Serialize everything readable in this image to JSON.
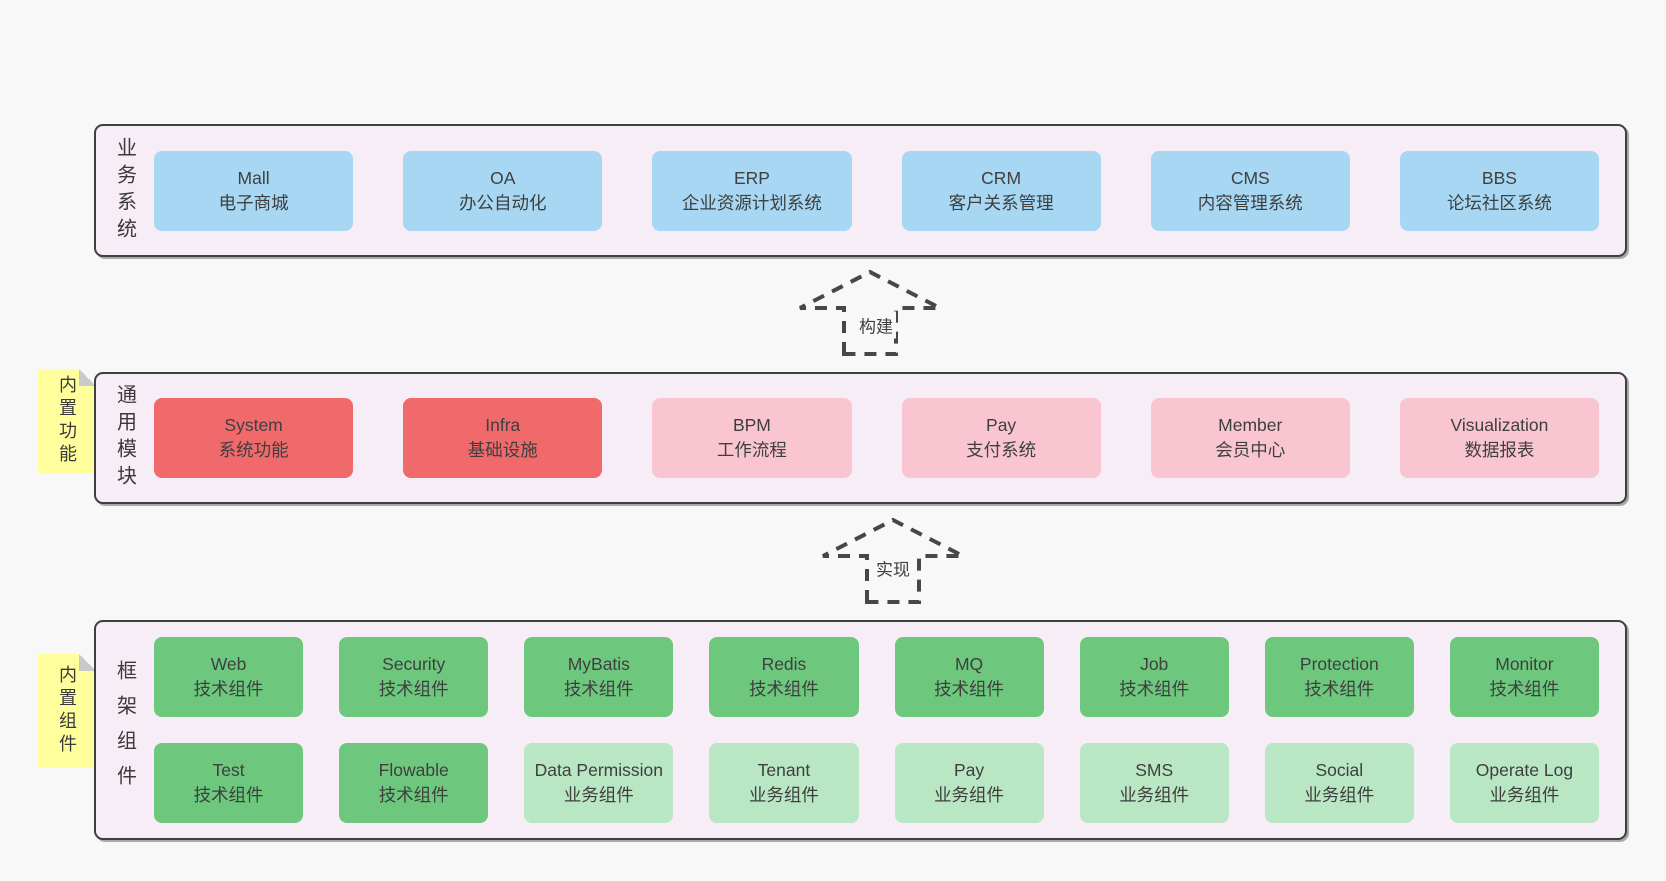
{
  "colors": {
    "page_background": "#f8f8f8",
    "layer_fill": "#f7edf6",
    "layer_border": "#3f3f3f",
    "box_blue": "#a7d7f2",
    "box_red": "#f0696b",
    "box_pink": "#f9c5d0",
    "box_green": "#6dc87e",
    "box_light_green": "#b9e6c3",
    "sticky_yellow": "#feff9c",
    "text": "#3f3f3f"
  },
  "layers": {
    "business": {
      "label": "业务系统",
      "boxes": [
        {
          "title": "Mall",
          "subtitle": "电子商城"
        },
        {
          "title": "OA",
          "subtitle": "办公自动化"
        },
        {
          "title": "ERP",
          "subtitle": "企业资源计划系统"
        },
        {
          "title": "CRM",
          "subtitle": "客户关系管理"
        },
        {
          "title": "CMS",
          "subtitle": "内容管理系统"
        },
        {
          "title": "BBS",
          "subtitle": "论坛社区系统"
        }
      ]
    },
    "modules": {
      "label": "通用模块",
      "sticky": "内置功能",
      "boxes": [
        {
          "title": "System",
          "subtitle": "系统功能"
        },
        {
          "title": "Infra",
          "subtitle": "基础设施"
        },
        {
          "title": "BPM",
          "subtitle": "工作流程"
        },
        {
          "title": "Pay",
          "subtitle": "支付系统"
        },
        {
          "title": "Member",
          "subtitle": "会员中心"
        },
        {
          "title": "Visualization",
          "subtitle": "数据报表"
        }
      ]
    },
    "components": {
      "label": "框架组件",
      "sticky": "内置组件",
      "row1": [
        {
          "title": "Web",
          "subtitle": "技术组件"
        },
        {
          "title": "Security",
          "subtitle": "技术组件"
        },
        {
          "title": "MyBatis",
          "subtitle": "技术组件"
        },
        {
          "title": "Redis",
          "subtitle": "技术组件"
        },
        {
          "title": "MQ",
          "subtitle": "技术组件"
        },
        {
          "title": "Job",
          "subtitle": "技术组件"
        },
        {
          "title": "Protection",
          "subtitle": "技术组件"
        },
        {
          "title": "Monitor",
          "subtitle": "技术组件"
        }
      ],
      "row2": [
        {
          "title": "Test",
          "subtitle": "技术组件"
        },
        {
          "title": "Flowable",
          "subtitle": "技术组件"
        },
        {
          "title": "Data Permission",
          "subtitle": "业务组件"
        },
        {
          "title": "Tenant",
          "subtitle": "业务组件"
        },
        {
          "title": "Pay",
          "subtitle": "业务组件"
        },
        {
          "title": "SMS",
          "subtitle": "业务组件"
        },
        {
          "title": "Social",
          "subtitle": "业务组件"
        },
        {
          "title": "Operate Log",
          "subtitle": "业务组件"
        }
      ]
    }
  },
  "arrows": {
    "build": {
      "label": "构建"
    },
    "implement": {
      "label": "实现"
    }
  }
}
